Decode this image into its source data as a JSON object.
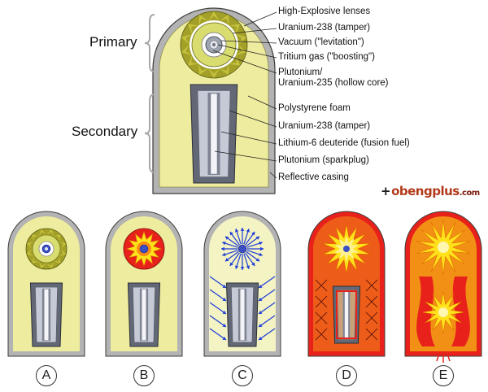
{
  "side_labels": {
    "primary": "Primary",
    "secondary": "Secondary"
  },
  "component_labels": [
    {
      "key": "he",
      "text": "High-Explosive lenses"
    },
    {
      "key": "u238a",
      "text": "Uranium-238 (tamper)"
    },
    {
      "key": "vac",
      "text": "Vacuum (\"levitation\")"
    },
    {
      "key": "trit",
      "text": "Tritium gas (\"boosting\")"
    },
    {
      "key": "pu1",
      "text": "Plutonium/"
    },
    {
      "key": "pu2",
      "text": "Uranium-235 (hollow core)"
    },
    {
      "key": "poly",
      "text": "Polystyrene foam"
    },
    {
      "key": "u238b",
      "text": "Uranium-238 (tamper)"
    },
    {
      "key": "li",
      "text": "Lithium-6 deuteride (fusion fuel)"
    },
    {
      "key": "spark",
      "text": "Plutonium (sparkplug)"
    },
    {
      "key": "case",
      "text": "Reflective casing"
    }
  ],
  "stage_labels": [
    "A",
    "B",
    "C",
    "D",
    "E"
  ],
  "watermark": {
    "plus": "+",
    "name": "obengplus",
    "suffix": ".com"
  },
  "colors": {
    "casing": "#b3b3b3",
    "foam": "#eeec9e",
    "high_explosive": "#a2a028",
    "tamper": "#d9dd70",
    "core": "#7e8392",
    "secondary_shell": "#626875",
    "fusion_fuel": "#c6cad6",
    "sparkplug": "#f4f4f8",
    "arrows": "#1c3cd8",
    "fireball_red": "#e8211b",
    "fireball_yellow": "#ffe21a",
    "fireball_orange": "#ff8a14"
  }
}
